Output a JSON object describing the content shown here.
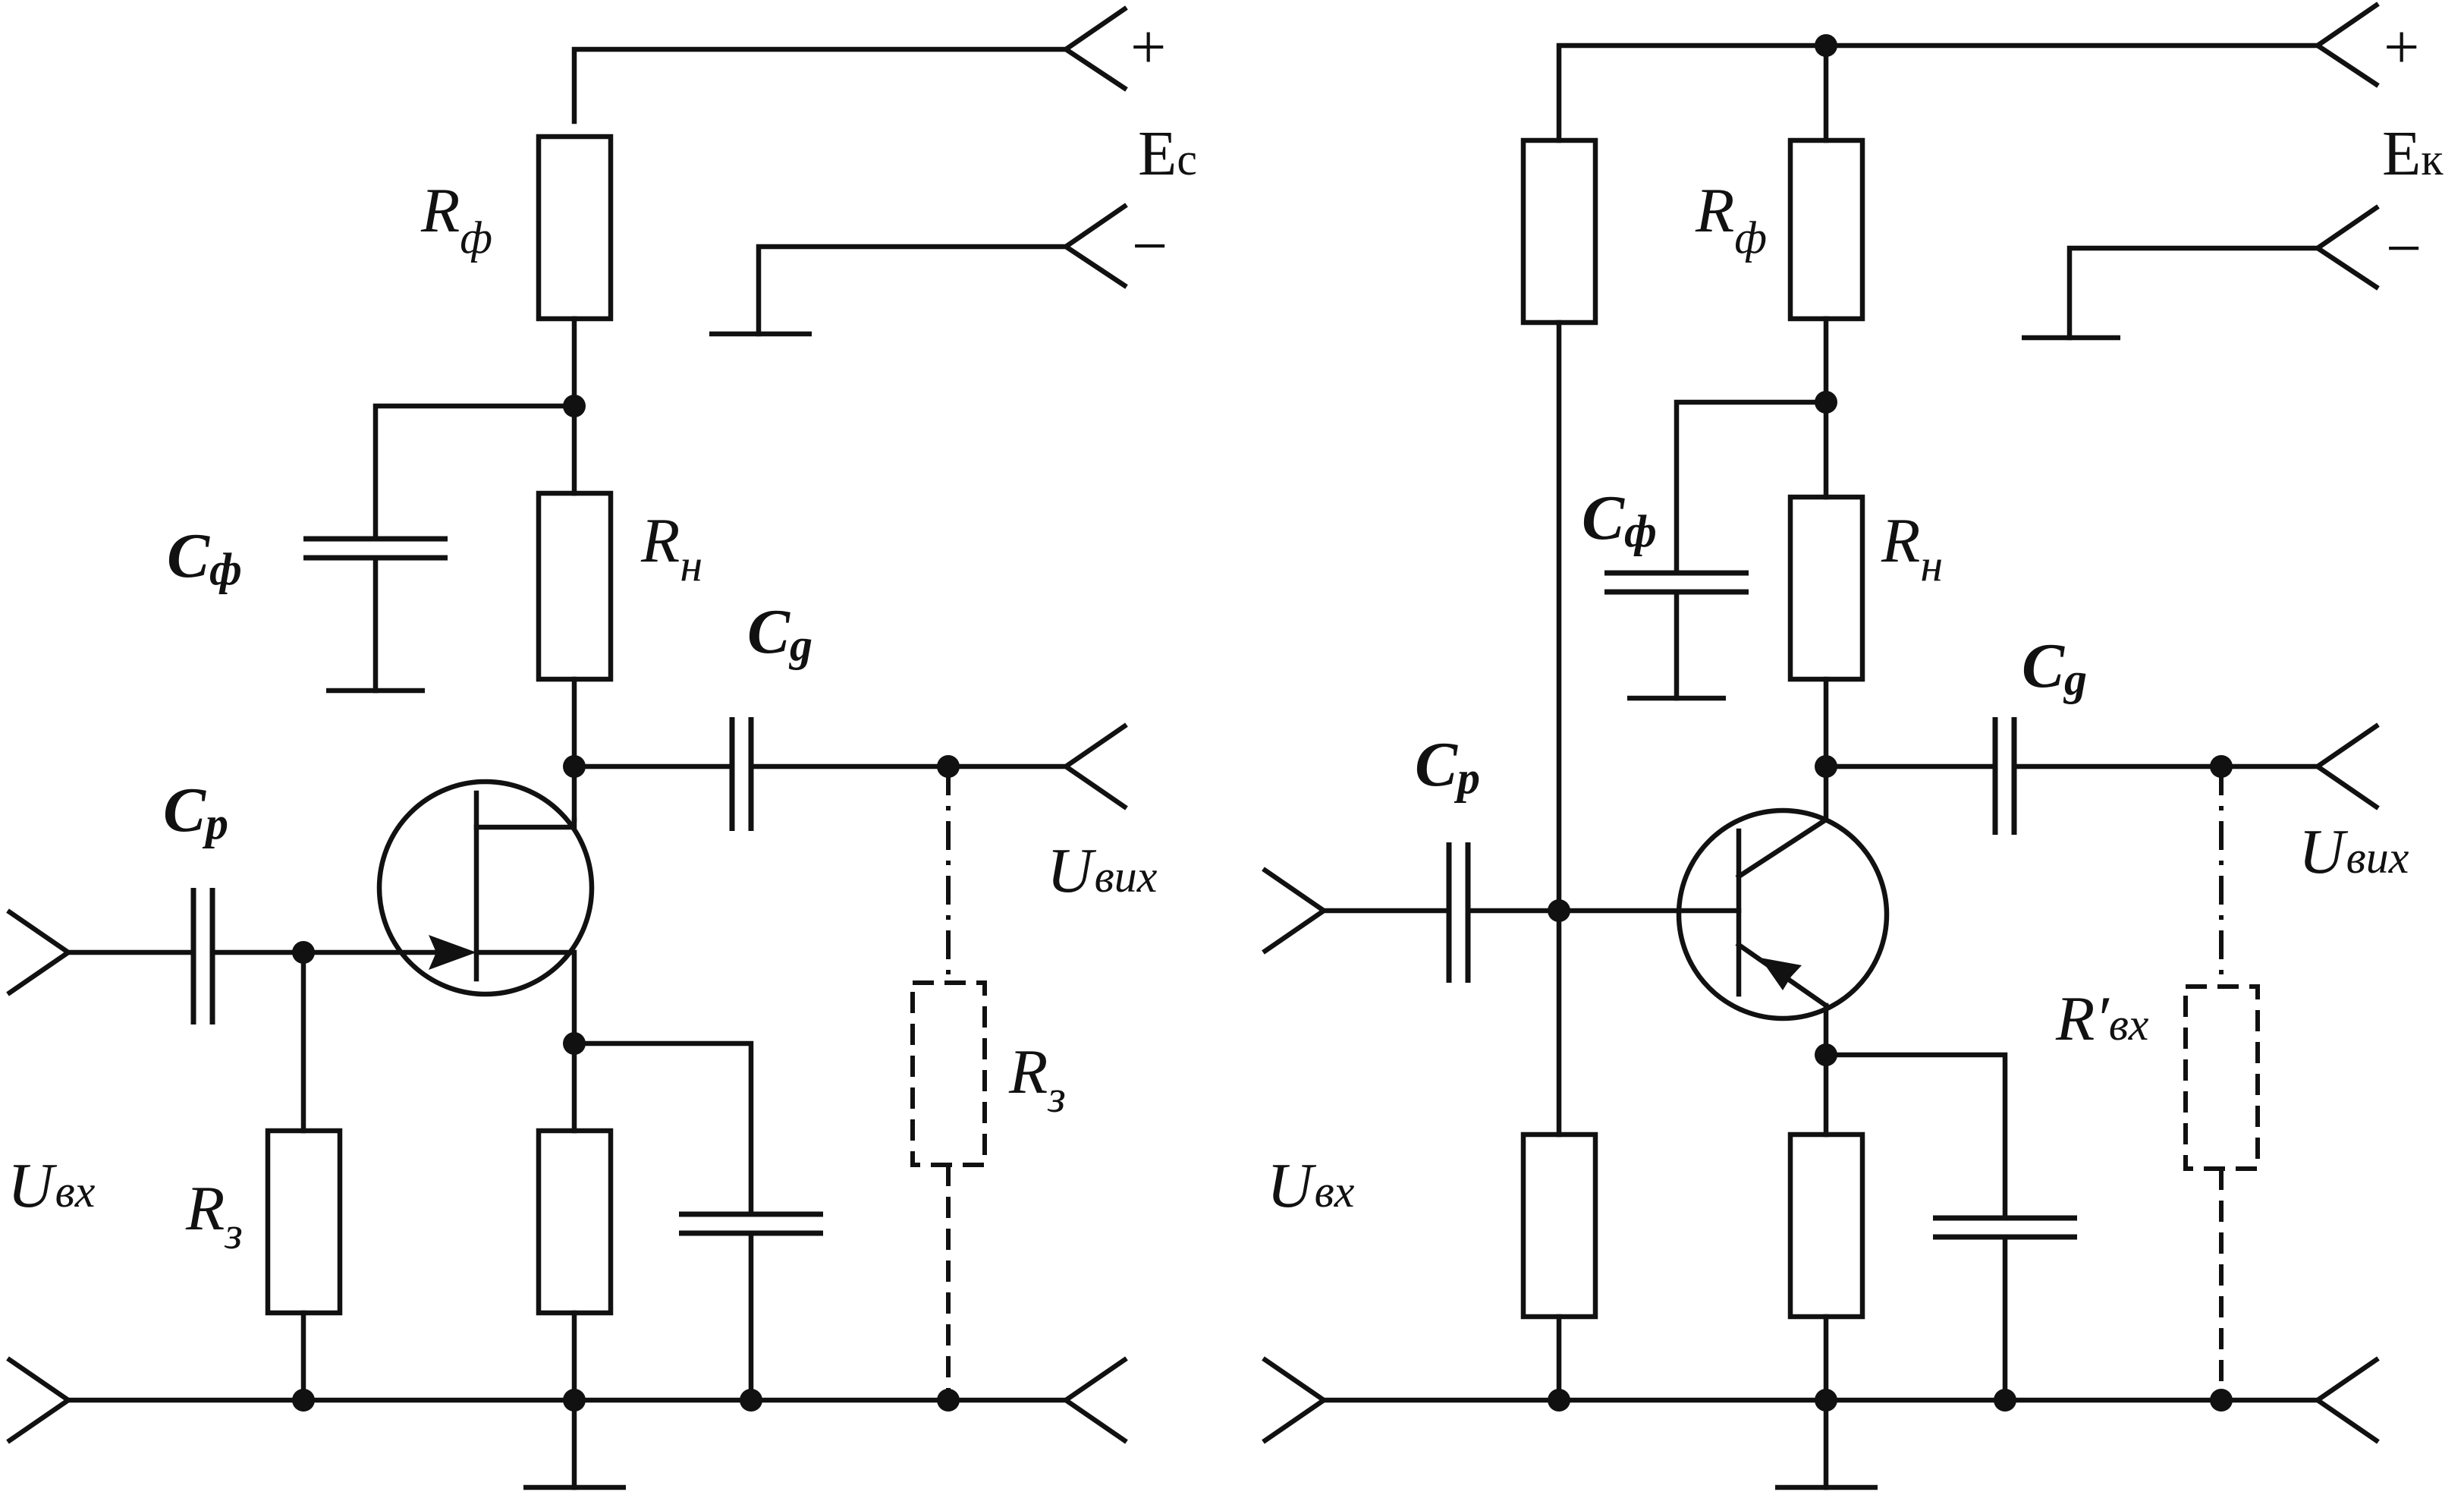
{
  "left": {
    "labels": {
      "r_filter": {
        "main": "R",
        "sub": "ф"
      },
      "c_filter": {
        "main": "C",
        "sub": "ф"
      },
      "r_load": {
        "main": "R",
        "sub": "н"
      },
      "c_coupling_out": {
        "main": "C",
        "sub": "g"
      },
      "c_coupling_in": {
        "main": "C",
        "sub": "p"
      },
      "r_gate": {
        "main": "R",
        "sub": "з"
      },
      "r_next": {
        "main": "R",
        "sub": "з"
      },
      "u_in": {
        "main": "U",
        "sub": "вх"
      },
      "u_out": {
        "main": "U",
        "sub": "вих"
      },
      "supply": {
        "main": "E",
        "sub": "с"
      },
      "plus": "+",
      "minus": "−"
    }
  },
  "right": {
    "labels": {
      "r_filter": {
        "main": "R",
        "sub": "ф"
      },
      "c_filter": {
        "main": "C",
        "sub": "ф"
      },
      "r_load": {
        "main": "R",
        "sub": "н"
      },
      "c_coupling_out": {
        "main": "C",
        "sub": "g"
      },
      "c_coupling_in": {
        "main": "C",
        "sub": "p"
      },
      "r_in_next": {
        "main": "R′",
        "sub": "вх"
      },
      "u_in": {
        "main": "U",
        "sub": "вх"
      },
      "u_out": {
        "main": "U",
        "sub": "вих"
      },
      "supply": {
        "main": "E",
        "sub": "к"
      },
      "plus": "+",
      "minus": "−"
    }
  }
}
